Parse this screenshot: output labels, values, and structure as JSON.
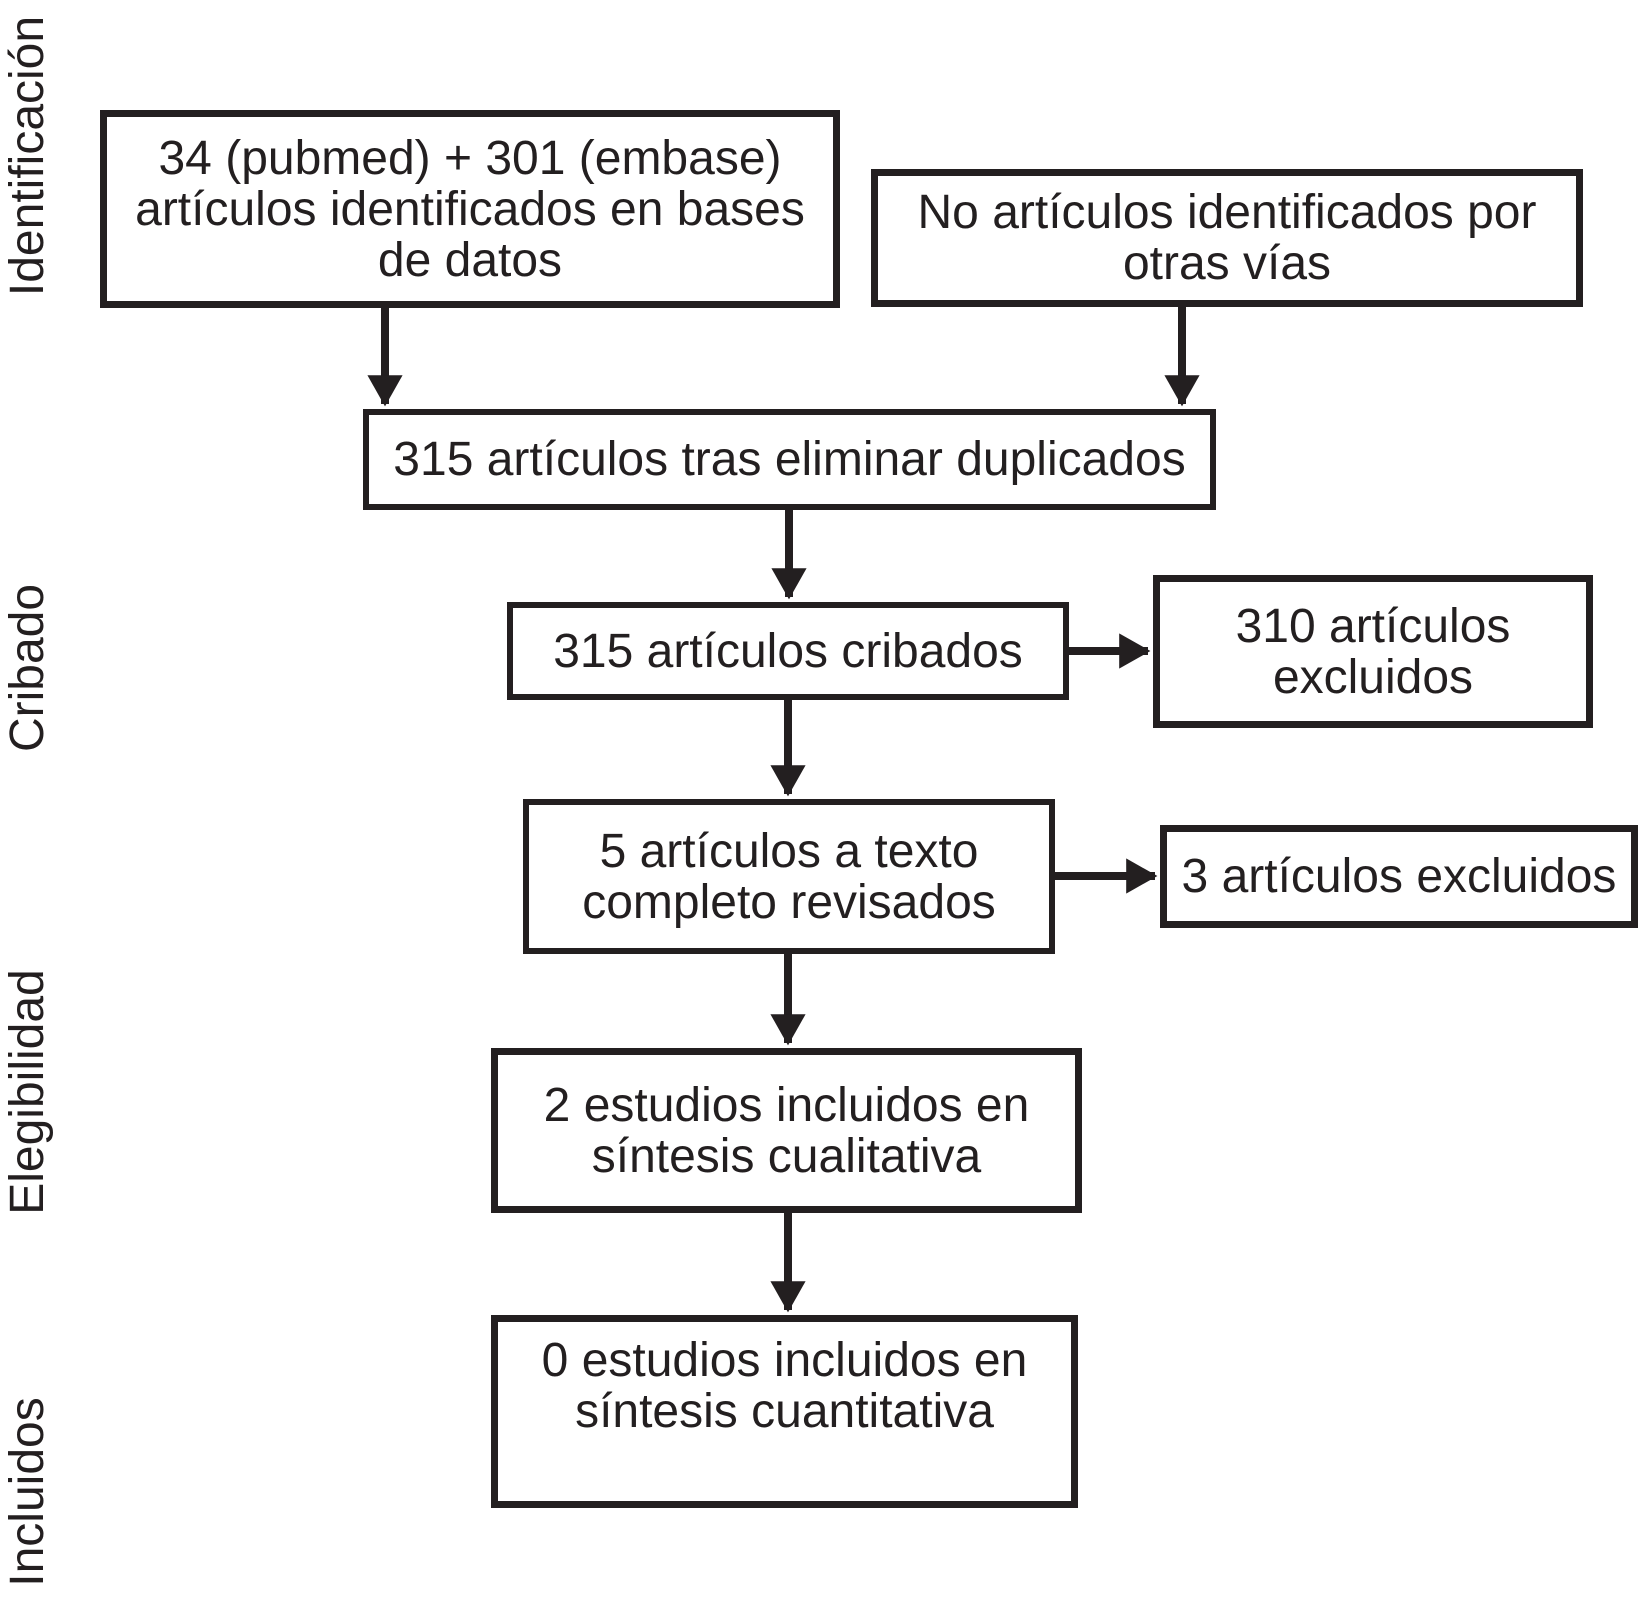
{
  "figure": {
    "type": "prisma-flow-diagram",
    "background_color": "#ffffff",
    "line_color": "#231f20"
  },
  "stage_labels": [
    {
      "id": "identificacion",
      "label": "Identificación"
    },
    {
      "id": "cribado",
      "label": "Cribado"
    },
    {
      "id": "elegibilidad",
      "label": "Elegibilidad"
    },
    {
      "id": "incluidos",
      "label": "Incluidos"
    }
  ],
  "nodes": {
    "databases": {
      "lines": [
        "34 (pubmed) + 301 (embase)",
        "artículos identificados en bases",
        "de datos"
      ]
    },
    "other_sources": {
      "lines": [
        "No artículos identificados por",
        "otras vías"
      ]
    },
    "deduplicated": {
      "lines": [
        "315 artículos tras eliminar duplicados"
      ]
    },
    "screened": {
      "lines": [
        "315 artículos cribados"
      ]
    },
    "excluded_screening": {
      "lines": [
        "310 artículos",
        "excluidos"
      ]
    },
    "full_text_reviewed": {
      "lines": [
        "5 artículos a texto",
        "completo revisados"
      ]
    },
    "excluded_full_text": {
      "lines": [
        "3 artículos excluidos"
      ]
    },
    "qualitative_synthesis": {
      "lines": [
        "2 estudios incluidos en",
        "síntesis cualitativa"
      ]
    },
    "quantitative_synthesis": {
      "lines": [
        "0 estudios incluidos en",
        "síntesis cuantitativa"
      ]
    }
  }
}
